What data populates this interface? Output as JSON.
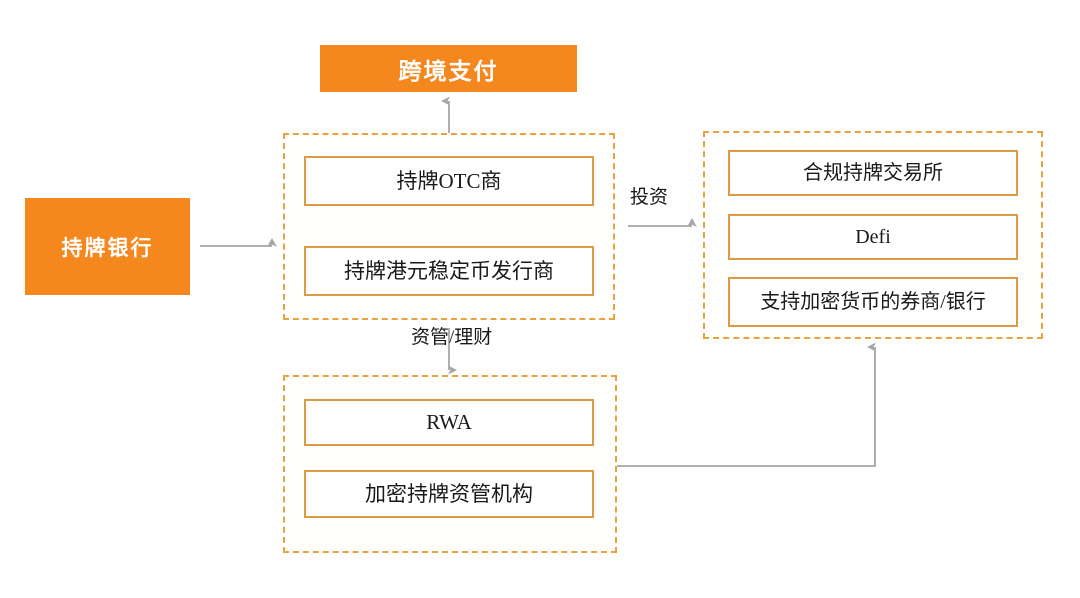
{
  "diagram": {
    "title_node": {
      "label": "跨境支付",
      "fill": "#F5871F",
      "text_color": "#ffffff"
    },
    "source_node": {
      "label": "持牌银行",
      "fill": "#F5871F",
      "text_color": "#ffffff"
    },
    "groups": [
      {
        "id": "issuance-group",
        "nodes": [
          {
            "label": "持牌OTC商"
          },
          {
            "label": "持牌港元稳定币发行商"
          }
        ]
      },
      {
        "id": "investment-group",
        "nodes": [
          {
            "label": "合规持牌交易所"
          },
          {
            "label": "Defi"
          },
          {
            "label": "支持加密货币的券商/银行"
          }
        ]
      },
      {
        "id": "asset-group",
        "nodes": [
          {
            "label": "RWA"
          },
          {
            "label": "加密持牌资管机构"
          }
        ]
      }
    ],
    "connector_labels": {
      "investment": "投资",
      "asset_management": "资管/理财"
    },
    "colors": {
      "accent_orange": "#F5871F",
      "node_border": "#DB9A45",
      "group_border": "#E8A33D",
      "connector_gray": "#A6A6A6",
      "background": "#ffffff"
    }
  }
}
